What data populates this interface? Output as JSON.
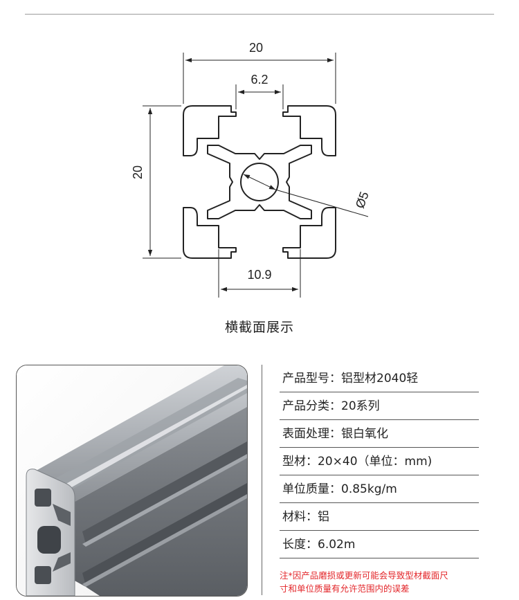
{
  "drawing": {
    "dim_width": "20",
    "dim_slot": "6.2",
    "dim_height": "20",
    "dim_bottom": "10.9",
    "dim_hole": "Ø5"
  },
  "caption": "横截面展示",
  "photo": {
    "icon": "aluminum-profile-photo"
  },
  "specs": [
    {
      "label": "产品型号",
      "value": "铝型材2040轻"
    },
    {
      "label": "产品分类",
      "value": "20系列"
    },
    {
      "label": "表面处理",
      "value": "银白氧化"
    },
    {
      "label": "型材",
      "value": "20×40（单位：mm)"
    },
    {
      "label": "单位质量",
      "value": "0.85kg/m"
    },
    {
      "label": "材料",
      "value": "铝"
    },
    {
      "label": "长度",
      "value": "6.02m"
    }
  ],
  "note": {
    "line1": "注*因产品磨损或更新可能会导致型材截面尺",
    "line2": "寸和单位质量有允许范围内的误差"
  },
  "colors": {
    "note_red": "#e3262a",
    "line": "#222222"
  }
}
